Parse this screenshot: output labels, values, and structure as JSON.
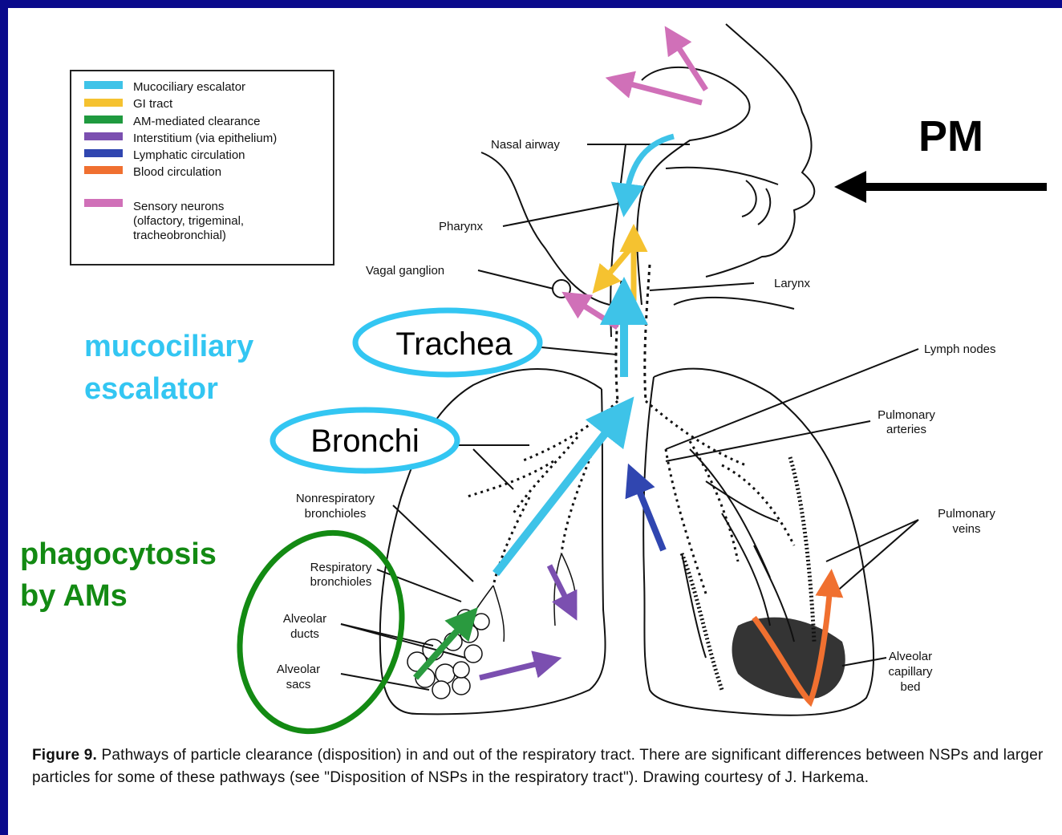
{
  "legend": {
    "items": [
      {
        "label": "Mucociliary escalator",
        "color": "#3ec3e8"
      },
      {
        "label": "GI tract",
        "color": "#f5c230"
      },
      {
        "label": "AM-mediated clearance",
        "color": "#1f9a3f"
      },
      {
        "label": "Interstitium (via epithelium)",
        "color": "#7b4fb0"
      },
      {
        "label": "Lymphatic circulation",
        "color": "#3046b0"
      },
      {
        "label": "Blood circulation",
        "color": "#f07030"
      }
    ],
    "sensory": {
      "color": "#d070b8",
      "lines": [
        "Sensory neurons",
        "(olfactory, trigeminal,",
        "tracheobronchial)"
      ]
    }
  },
  "labels": {
    "nasal_airway": "Nasal airway",
    "pharynx": "Pharynx",
    "vagal_ganglion": "Vagal ganglion",
    "larynx": "Larynx",
    "lymph_nodes": "Lymph nodes",
    "pulmonary_arteries": [
      "Pulmonary",
      "arteries"
    ],
    "pulmonary_veins": [
      "Pulmonary",
      "veins"
    ],
    "nonrespiratory_bronchioles": [
      "Nonrespiratory",
      "bronchioles"
    ],
    "respiratory_bronchioles": [
      "Respiratory",
      "bronchioles"
    ],
    "alveolar_ducts": [
      "Alveolar",
      "ducts"
    ],
    "alveolar_sacs": [
      "Alveolar",
      "sacs"
    ],
    "alveolar_capillary_bed": [
      "Alveolar",
      "capillary",
      "bed"
    ]
  },
  "annotations": {
    "pm": "PM",
    "trachea": "Trachea",
    "bronchi": "Bronchi",
    "mucociliary": [
      "mucociliary",
      "escalator"
    ],
    "phagocytosis": [
      "phagocytosis",
      "by AMs"
    ]
  },
  "caption": {
    "lead": "Figure 9.",
    "text": " Pathways of particle clearance (disposition) in and out of the respiratory tract. There are significant differences between NSPs and larger particles for some of these pathways (see \"Disposition of NSPs in the respiratory tract\"). Drawing courtesy of J. Harkema."
  }
}
